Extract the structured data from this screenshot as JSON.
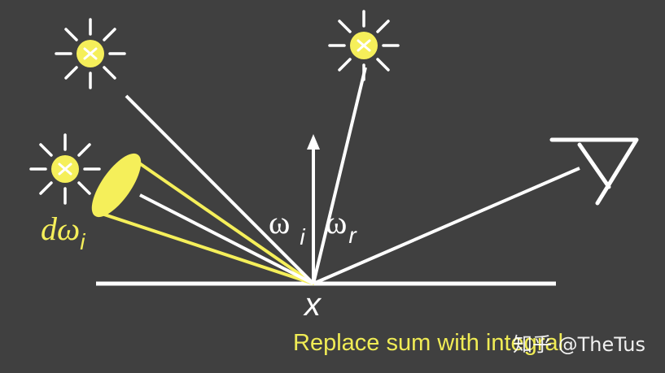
{
  "labels": {
    "d_omega": "dω",
    "d_omega_sub": "i",
    "omega_i": "ω",
    "omega_i_sub": "i",
    "omega_r": "ω",
    "omega_r_sub": "r",
    "x": "x"
  },
  "caption": "Replace sum with integral",
  "watermark": "知乎 @TheTus",
  "colors": {
    "background": "#404040",
    "lines": "#ffffff",
    "highlight": "#f5ef5a",
    "caption": "#f0ec55",
    "watermark": "#ffffff"
  },
  "icons": [
    "light-source-icon",
    "light-source-icon",
    "light-source-icon",
    "eye-icon"
  ]
}
